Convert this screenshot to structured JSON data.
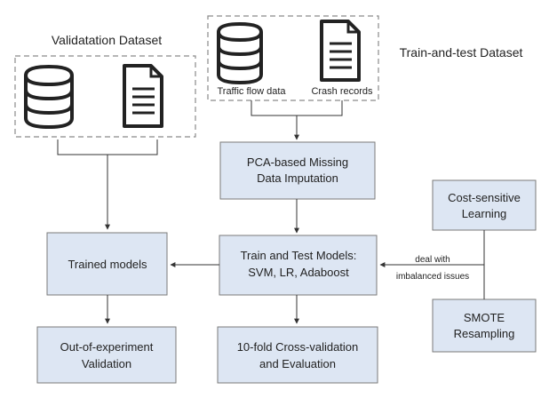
{
  "colors": {
    "box_fill": "#dde6f3",
    "box_stroke": "#7a7a7a",
    "line": "#333333",
    "dashed_border": "#8a8a8a",
    "icon_stroke": "#222222"
  },
  "validation": {
    "title": "Validatation Dataset",
    "icons": [
      "database-icon",
      "document-icon"
    ]
  },
  "train_test": {
    "title": "Train-and-test Dataset",
    "traffic_label": "Traffic flow data",
    "crash_label": "Crash records",
    "icons": [
      "database-icon",
      "document-icon"
    ]
  },
  "boxes": {
    "pca": {
      "line1": "PCA-based Missing",
      "line2": "Data Imputation"
    },
    "train_test_models": {
      "line1": "Train and Test Models:",
      "line2": "SVM, LR, Adaboost"
    },
    "trained_models": {
      "line1": "Trained models"
    },
    "out_of_experiment": {
      "line1": "Out-of-experiment",
      "line2": "Validation"
    },
    "cross_validation": {
      "line1": "10-fold Cross-validation",
      "line2": "and Evaluation"
    },
    "cost_sensitive": {
      "line1": "Cost-sensitive",
      "line2": "Learning"
    },
    "smote": {
      "line1": "SMOTE",
      "line2": "Resampling"
    }
  },
  "edge_labels": {
    "imbalance_line1": "deal with",
    "imbalance_line2": "imbalanced issues"
  }
}
